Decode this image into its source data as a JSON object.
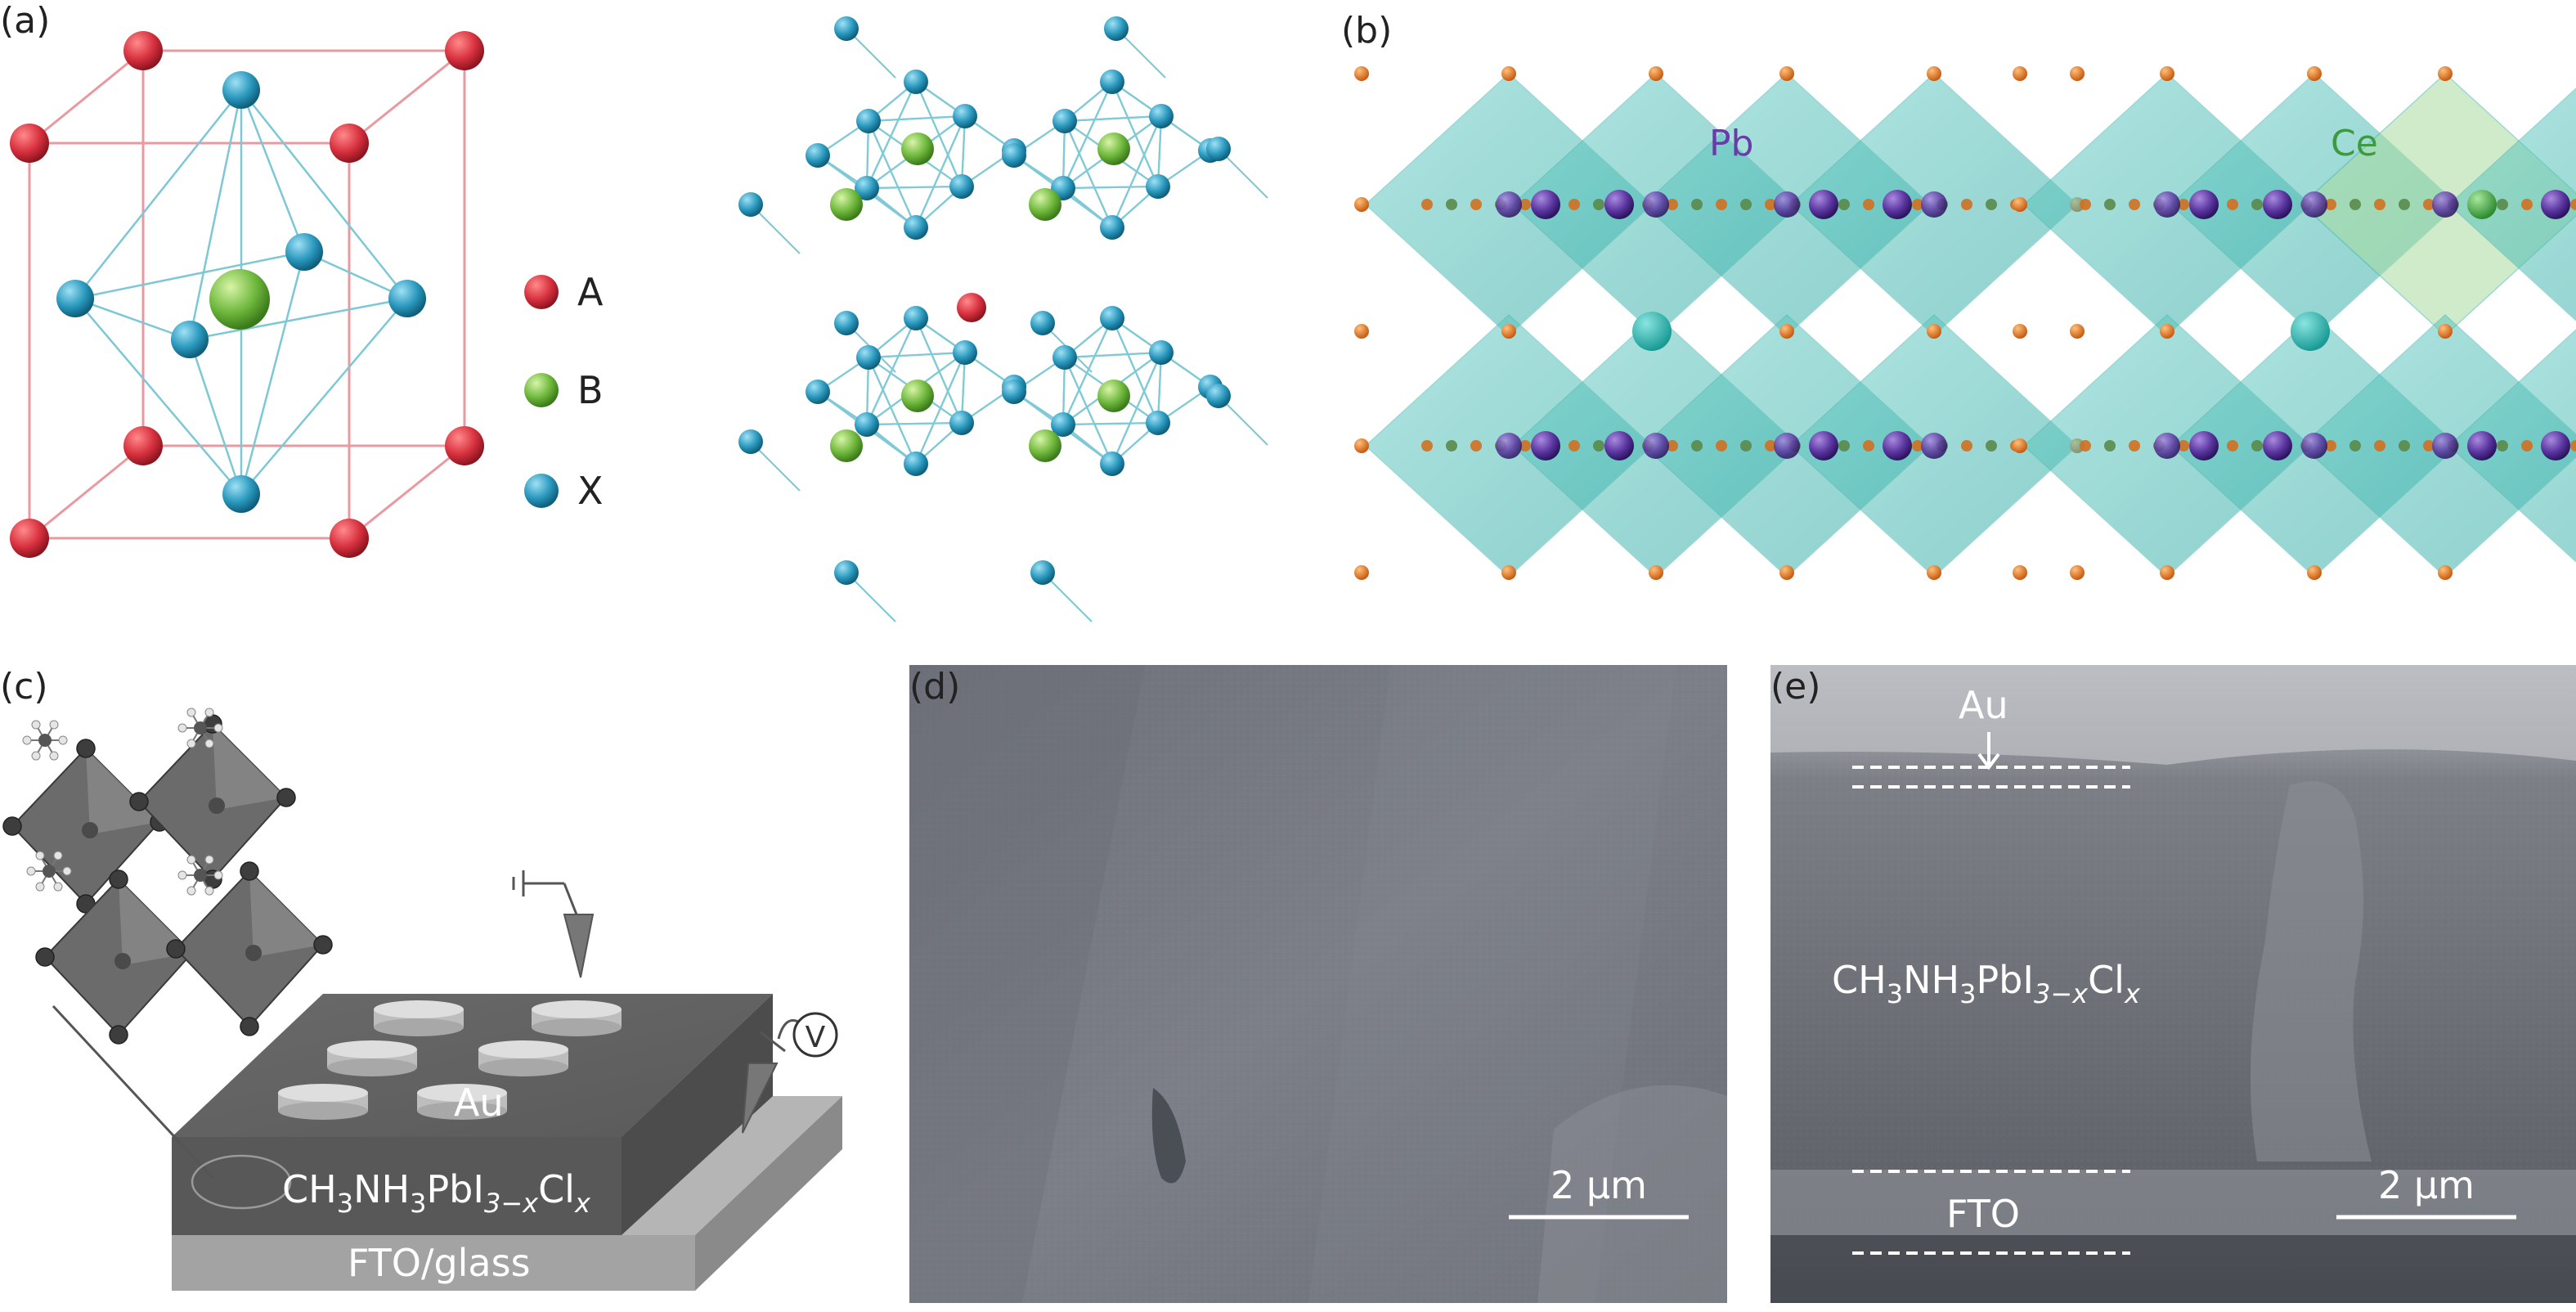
{
  "panels": {
    "a": {
      "label": "(a)",
      "legend": [
        {
          "key": "A",
          "color": "#d8313f"
        },
        {
          "key": "B",
          "color": "#6fb83d"
        },
        {
          "key": "X",
          "color": "#2a98bd"
        }
      ]
    },
    "b": {
      "label": "(b)",
      "left_element": "Pb",
      "right_element": "Ce",
      "pb_color": "#6a3ca8",
      "ce_color": "#3e9a3e"
    },
    "c": {
      "label": "(c)",
      "electrode": "Au",
      "perovskite": {
        "a": "CH",
        "b": "3",
        "c": "NH",
        "d": "3",
        "e": "PbI",
        "f": "3−x",
        "g": "Cl",
        "h": "x"
      },
      "substrate": "FTO/glass",
      "meter": "V"
    },
    "d": {
      "label": "(d)",
      "scalebar": "2 μm"
    },
    "e": {
      "label": "(e)",
      "top_layer": "Au",
      "perovskite": {
        "a": "CH",
        "b": "3",
        "c": "NH",
        "d": "3",
        "e": "PbI",
        "f": "3−x",
        "g": "Cl",
        "h": "x"
      },
      "bottom_layer": "FTO",
      "scalebar": "2 μm"
    }
  }
}
